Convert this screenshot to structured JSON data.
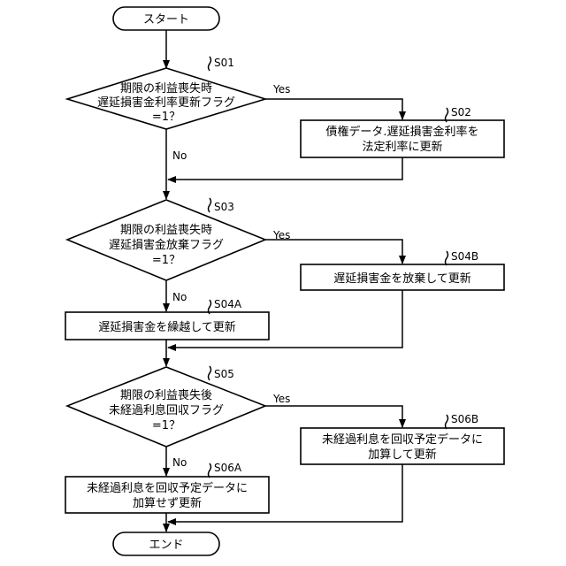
{
  "start": "スタート",
  "end": "エンド",
  "yes": "Yes",
  "no": "No",
  "steps": {
    "s01": {
      "id": "S01",
      "lines": [
        "期限の利益喪失時",
        "遅延損害金利率更新フラグ",
        "=1？"
      ]
    },
    "s02": {
      "id": "S02",
      "lines": [
        "債権データ.遅延損害金利率を",
        "法定利率に更新"
      ]
    },
    "s03": {
      "id": "S03",
      "lines": [
        "期限の利益喪失時",
        "遅延損害金放棄フラグ",
        "=1？"
      ]
    },
    "s04a": {
      "id": "S04A",
      "lines": [
        "遅延損害金を繰越して更新"
      ]
    },
    "s04b": {
      "id": "S04B",
      "lines": [
        "遅延損害金を放棄して更新"
      ]
    },
    "s05": {
      "id": "S05",
      "lines": [
        "期限の利益喪失後",
        "未経過利息回収フラグ",
        "=1？"
      ]
    },
    "s06a": {
      "id": "S06A",
      "lines": [
        "未経過利息を回収予定データに",
        "加算せず更新"
      ]
    },
    "s06b": {
      "id": "S06B",
      "lines": [
        "未経過利息を回収予定データに",
        "加算して更新"
      ]
    }
  }
}
